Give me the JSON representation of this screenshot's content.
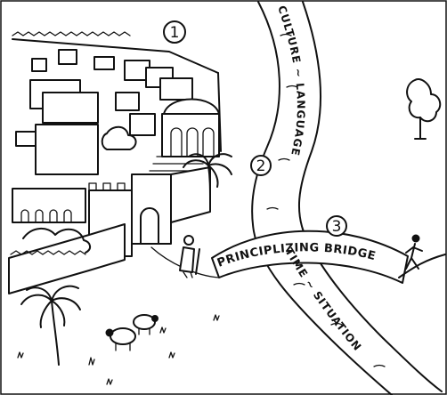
{
  "markers": [
    "1",
    "2",
    "3"
  ],
  "river": {
    "upper_label": "CULTURE ~ LANGUAGE",
    "lower_label": "TIME ~ SITUATION"
  },
  "bridge": {
    "label": "PRINCIPLIZING BRIDGE"
  }
}
